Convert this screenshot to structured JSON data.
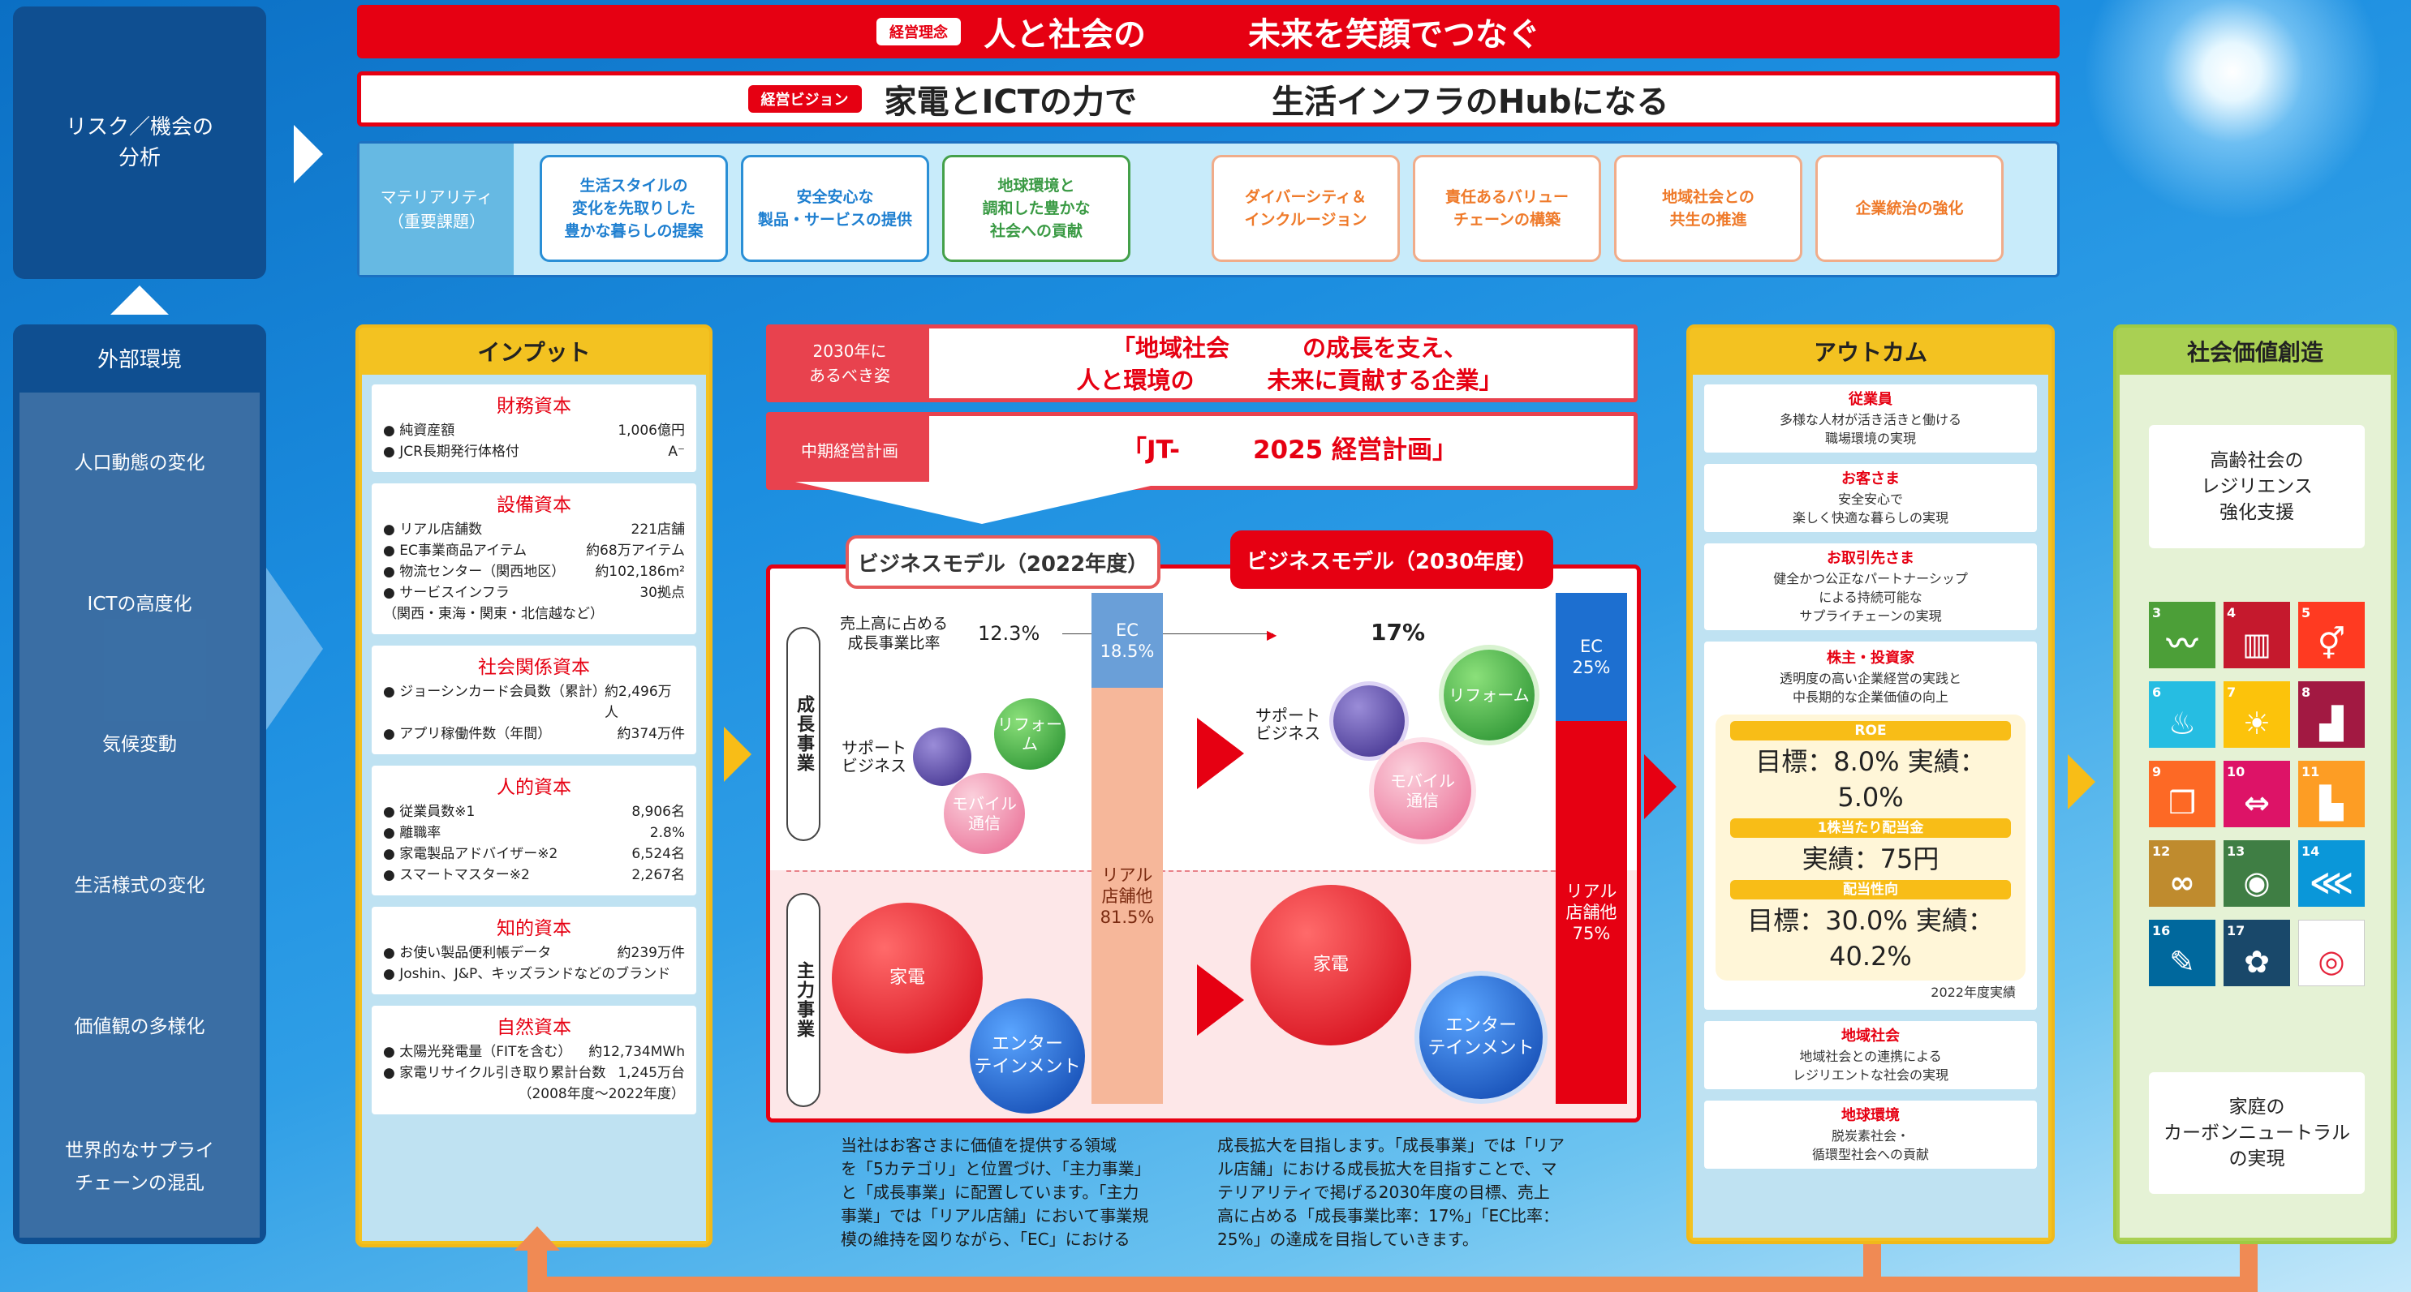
{
  "risk": {
    "label_line1": "リスク／機会の",
    "label_line2": "分析"
  },
  "external": {
    "title": "外部環境",
    "items": [
      "人口動態の変化",
      "ICTの高度化",
      "気候変動",
      "生活様式の変化",
      "価値観の多様化",
      "世界的なサプライ",
      "チェーンの混乱"
    ]
  },
  "philosophy": {
    "tag": "経営理念",
    "text_a": "人と社会の",
    "text_b": "未来を笑顔でつなぐ"
  },
  "vision": {
    "tag": "経営ビジョン",
    "text_a": "家電とICTの力で",
    "text_b": "生活インフラのHubになる"
  },
  "materiality": {
    "label": [
      "マテリアリティ",
      "（重要課題）"
    ],
    "cards": [
      [
        "生活スタイルの",
        "変化を先取りした",
        "豊かな暮らしの提案"
      ],
      [
        "安全安心な",
        "製品・サービスの提供"
      ],
      [
        "地球環境と",
        "調和した豊かな",
        "社会への貢献"
      ],
      [
        "ダイバーシティ＆",
        "インクルージョン"
      ],
      [
        "責任あるバリュー",
        "チェーンの構築"
      ],
      [
        "地域社会との",
        "共生の推進"
      ],
      [
        "企業統治の強化"
      ]
    ]
  },
  "goal": {
    "label": [
      "2030年に",
      "あるべき姿"
    ],
    "line1a": "「地域社会",
    "line1b": "の成長を支え、",
    "line2a": "人と環境の",
    "line2b": "未来に貢献する企業」"
  },
  "plan": {
    "label": "中期経営計画",
    "text_a": "「JT-",
    "text_b": "2025 経営計画」"
  },
  "input": {
    "title": "インプット",
    "capitals": [
      {
        "title": "財務資本",
        "rows": [
          [
            "● 純資産額",
            "1,006億円"
          ],
          [
            "● JCR長期発行体格付",
            "A⁻"
          ]
        ]
      },
      {
        "title": "設備資本",
        "rows": [
          [
            "● リアル店舗数",
            "221店舗"
          ],
          [
            "● EC事業商品アイテム",
            "約68万アイテム"
          ],
          [
            "● 物流センター（関西地区）",
            "約102,186m²"
          ],
          [
            "● サービスインフラ",
            "30拠点"
          ],
          [
            "（関西・東海・関東・北信越など）",
            ""
          ]
        ]
      },
      {
        "title": "社会関係資本",
        "rows": [
          [
            "● ジョーシンカード会員数（累計）",
            "約2,496万人"
          ],
          [
            "● アプリ稼働件数（年間）",
            "約374万件"
          ]
        ]
      },
      {
        "title": "人的資本",
        "rows": [
          [
            "● 従業員数※1",
            "8,906名"
          ],
          [
            "● 離職率",
            "2.8%"
          ],
          [
            "● 家電製品アドバイザー※2",
            "6,524名"
          ],
          [
            "● スマートマスター※2",
            "2,267名"
          ]
        ]
      },
      {
        "title": "知的資本",
        "rows": [
          [
            "● お使い製品便利帳データ",
            "約239万件"
          ],
          [
            "● Joshin、J&P、キッズランドなどのブランド",
            ""
          ]
        ]
      },
      {
        "title": "自然資本",
        "rows": [
          [
            "● 太陽光発電量（FITを含む）",
            "約12,734MWh"
          ],
          [
            "● 家電リサイクル引き取り累計台数",
            "1,245万台"
          ],
          [
            "",
            "（2008年度〜2022年度）"
          ]
        ]
      }
    ]
  },
  "bm": {
    "tab2022": "ビジネスモデル（2022年度）",
    "tab2030": "ビジネスモデル（2030年度）",
    "growth_label": [
      "売上高に占める",
      "成長事業比率"
    ],
    "growth_2022": "12.3%",
    "growth_2030": "17%",
    "seg_growth": "成長事業",
    "seg_main": "主力事業",
    "support": [
      "サポート",
      "ビジネス"
    ],
    "reform": "リフォーム",
    "mobile": [
      "モバイル",
      "通信"
    ],
    "kaden": "家電",
    "ent": [
      "エンター",
      "テインメント"
    ],
    "ec2022": [
      "EC",
      "18.5%"
    ],
    "real2022": [
      "リアル",
      "店舗他",
      "81.5%"
    ],
    "ec2030": [
      "EC",
      "25%"
    ],
    "real2030": [
      "リアル",
      "店舗他",
      "75%"
    ]
  },
  "chart_data": {
    "type": "bar",
    "categories": [
      "2022年度",
      "2030年度"
    ],
    "series": [
      {
        "name": "EC",
        "values": [
          18.5,
          25
        ]
      },
      {
        "name": "リアル店舗他",
        "values": [
          81.5,
          75
        ]
      }
    ],
    "growth_ratio": [
      12.3,
      17
    ]
  },
  "desc": {
    "left": [
      "当社はお客さまに価値を提供する領域",
      "を「5カテゴリ」と位置づけ、「主力事業」",
      "と「成長事業」に配置しています。「主力",
      "事業」では「リアル店舗」において事業規",
      "模の維持を図りながら、「EC」における"
    ],
    "right": [
      "成長拡大を目指します。「成長事業」では「リア",
      "ル店舗」における成長拡大を目指すことで、マ",
      "テリアリティで掲げる2030年度の目標、売上",
      "高に占める「成長事業比率：17%」「EC比率：",
      "25%」の達成を目指していきます。"
    ]
  },
  "outcome": {
    "title": "アウトカム",
    "cards": [
      {
        "title": "従業員",
        "lines": [
          "多様な人材が活き活きと働ける",
          "職場環境の実現"
        ]
      },
      {
        "title": "お客さま",
        "lines": [
          "安全安心で",
          "楽しく快適な暮らしの実現"
        ]
      },
      {
        "title": "お取引先さま",
        "lines": [
          "健全かつ公正なパートナーシップ",
          "による持続可能な",
          "サプライチェーンの実現"
        ]
      }
    ],
    "investor": {
      "title": "株主・投資家",
      "lines": [
        "透明度の高い企業経営の実践と",
        "中長期的な企業価値の向上"
      ],
      "roe_label": "ROE",
      "roe": "目標：8.0%  実績：5.0%",
      "div_label": "1株当たり配当金",
      "div": "実績：75円",
      "payout_label": "配当性向",
      "payout": "目標：30.0%  実績：40.2%",
      "note": "2022年度実績"
    },
    "cards2": [
      {
        "title": "地域社会",
        "lines": [
          "地域社会との連携による",
          "レジリエントな社会の実現"
        ]
      },
      {
        "title": "地球環境",
        "lines": [
          "脱炭素社会・",
          "循環型社会への貢献"
        ]
      }
    ]
  },
  "social": {
    "title": "社会価値創造",
    "card1": [
      "高齢社会の",
      "レジリエンス",
      "強化支援"
    ],
    "card2": [
      "家庭の",
      "カーボンニュートラル",
      "の実現"
    ],
    "sdgs": [
      {
        "num": "3",
        "color": "#4c9f38",
        "icon": "heartbeat-icon",
        "glyph": "〰"
      },
      {
        "num": "4",
        "color": "#c5192d",
        "icon": "book-icon",
        "glyph": "▥"
      },
      {
        "num": "5",
        "color": "#ff3a21",
        "icon": "gender-icon",
        "glyph": "⚥"
      },
      {
        "num": "6",
        "color": "#26bde2",
        "icon": "water-icon",
        "glyph": "♨"
      },
      {
        "num": "7",
        "color": "#fcc30b",
        "icon": "sun-icon",
        "glyph": "☀"
      },
      {
        "num": "8",
        "color": "#a21942",
        "icon": "growth-chart-icon",
        "glyph": "▟"
      },
      {
        "num": "9",
        "color": "#fd6925",
        "icon": "cubes-icon",
        "glyph": "❒"
      },
      {
        "num": "10",
        "color": "#dd1367",
        "icon": "equality-icon",
        "glyph": "⇔"
      },
      {
        "num": "11",
        "color": "#fd9d24",
        "icon": "city-icon",
        "glyph": "▙"
      },
      {
        "num": "12",
        "color": "#bf8b2e",
        "icon": "infinity-icon",
        "glyph": "∞"
      },
      {
        "num": "13",
        "color": "#3f7e44",
        "icon": "eye-earth-icon",
        "glyph": "◉"
      },
      {
        "num": "14",
        "color": "#0a97d9",
        "icon": "fish-icon",
        "glyph": "⋘"
      },
      {
        "num": "16",
        "color": "#00689d",
        "icon": "dove-icon",
        "glyph": "✎"
      },
      {
        "num": "17",
        "color": "#19486a",
        "icon": "flower-icon",
        "glyph": "✿"
      },
      {
        "num": "",
        "color": "#ffffff",
        "icon": "sdgs-wheel-icon",
        "glyph": "◎"
      }
    ]
  }
}
